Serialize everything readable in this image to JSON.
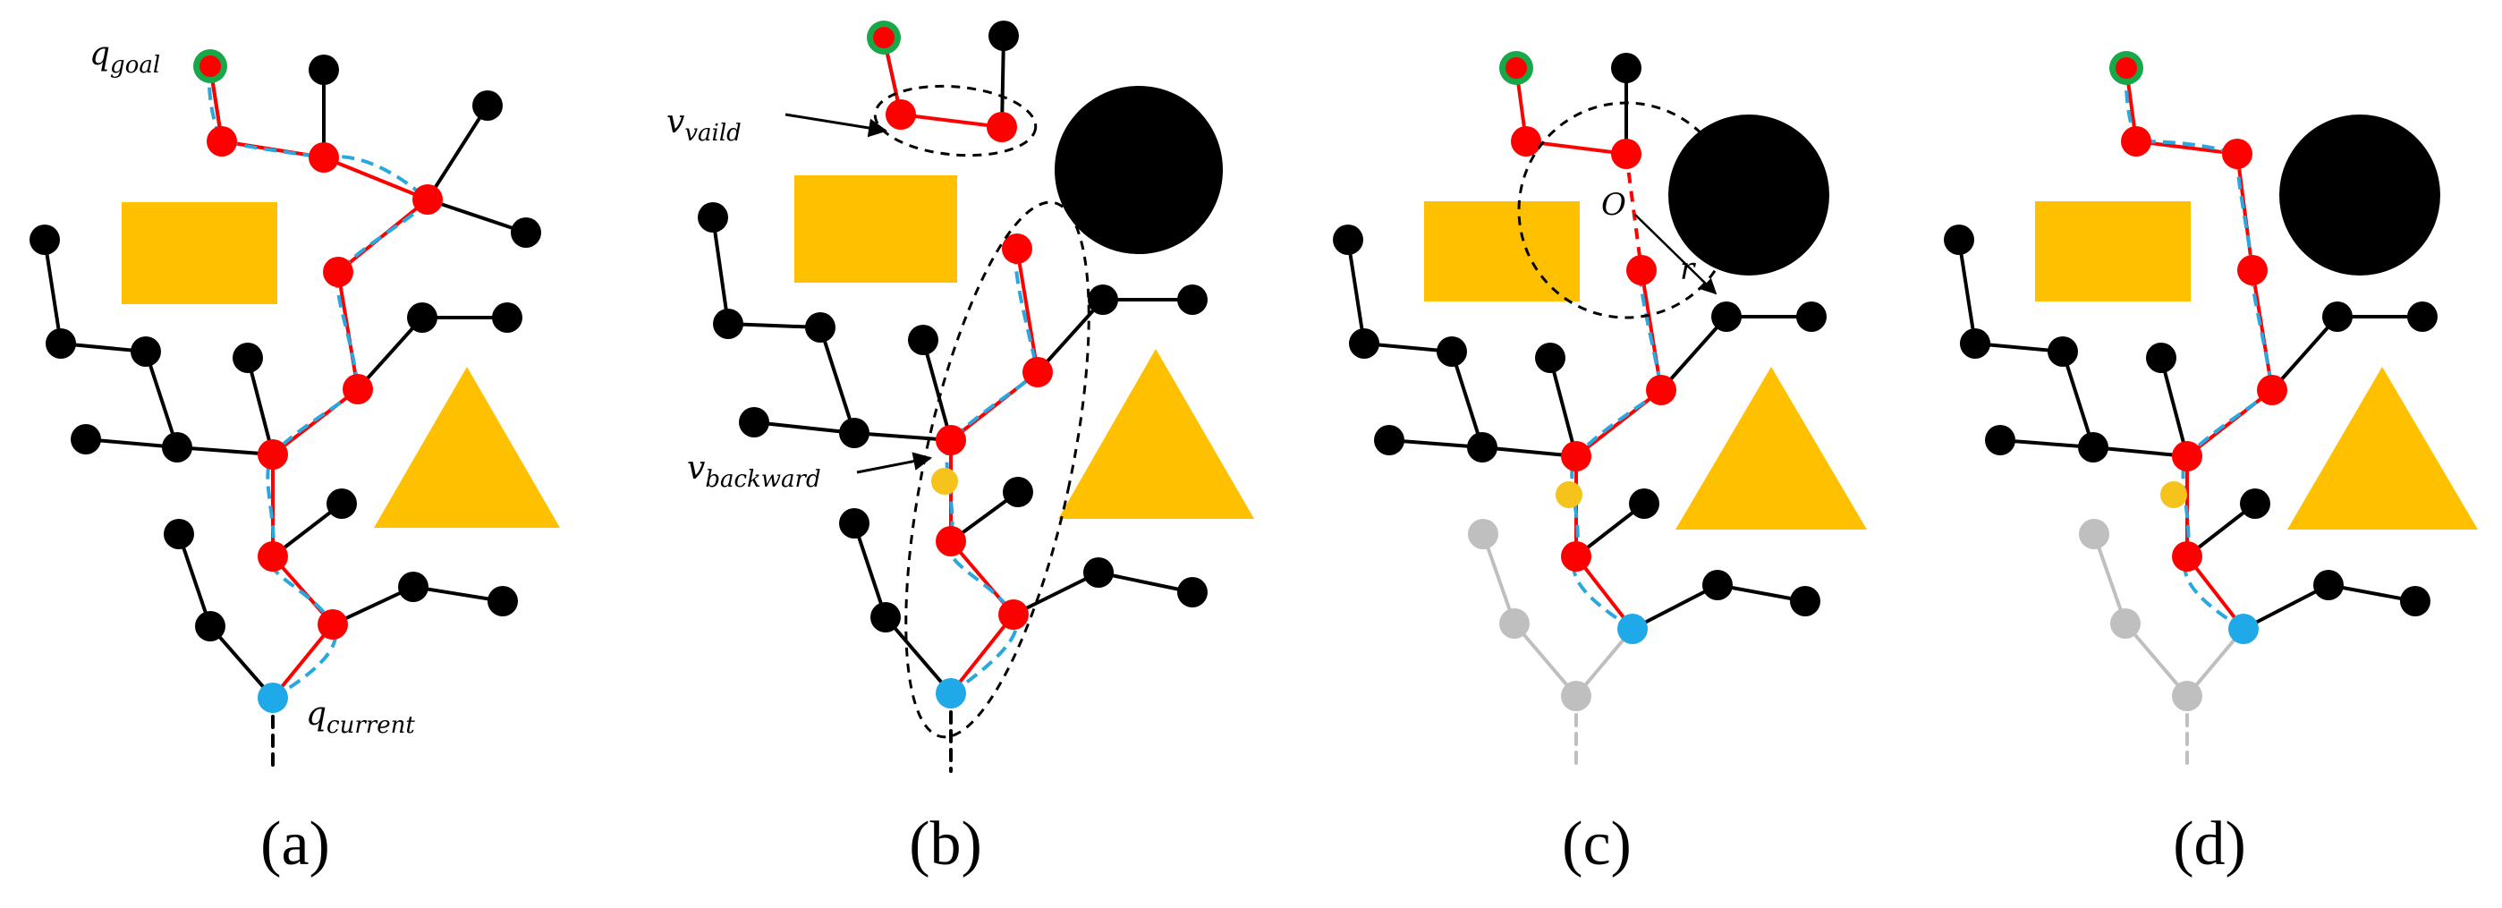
{
  "figure": {
    "panels": [
      {
        "id": "a",
        "label": "(a)"
      },
      {
        "id": "b",
        "label": "(b)"
      },
      {
        "id": "c",
        "label": "(c)"
      },
      {
        "id": "d",
        "label": "(d)"
      }
    ],
    "annotations": {
      "q_goal": {
        "base": "q",
        "sub": "goal"
      },
      "q_current": {
        "base": "q",
        "sub": "current"
      },
      "v_vaild": {
        "base": "v",
        "sub": "vaild"
      },
      "v_backward": {
        "base": "v",
        "sub": "backward"
      },
      "center": "O",
      "radius": "r"
    },
    "colors": {
      "tree_node": "#000000",
      "path_node": "#ff0000",
      "path_edge": "#ff0000",
      "smooth_path": "#29a8e0",
      "current_node": "#1fa9e8",
      "goal_ring": "#18a84a",
      "obstacle": "#ffc000",
      "round_obstacle": "#000000",
      "backward_node": "#f5c31c",
      "pruned": "#bfbfbf"
    }
  }
}
